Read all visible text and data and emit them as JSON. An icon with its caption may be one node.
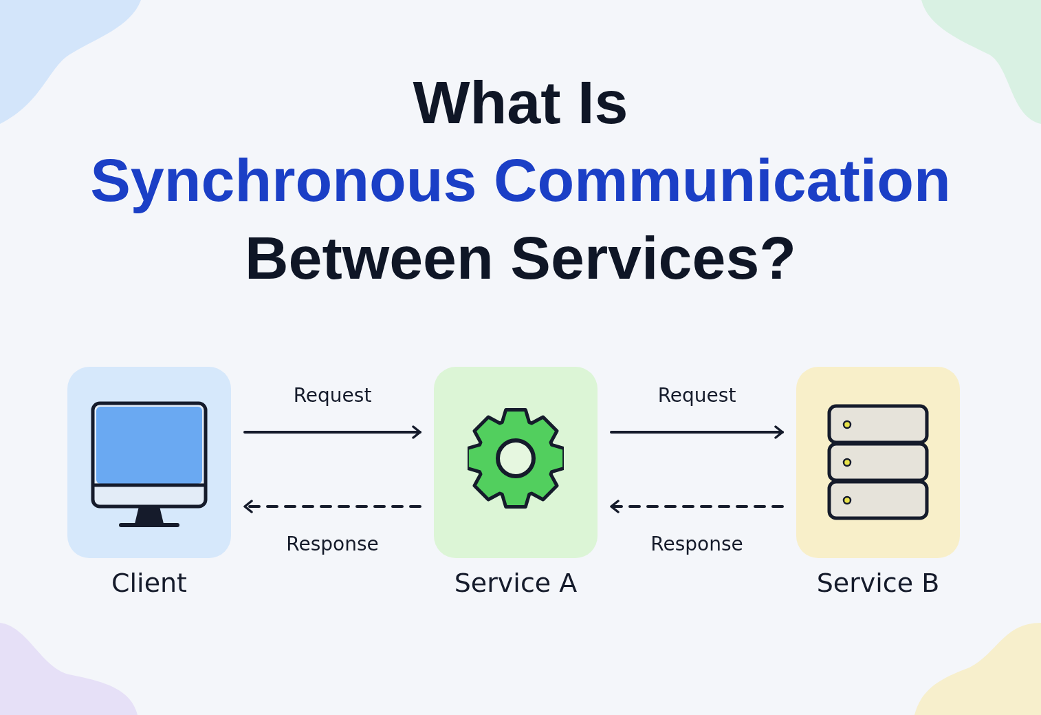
{
  "diagram": {
    "title": "What Is **Synchronous Communication** Between Services?",
    "nodes": [
      {
        "text": [
          "Client"
        ]
      },
      {
        "text": [
          "Service A"
        ]
      },
      {
        "text": [
          "Service B"
        ]
      }
    ],
    "edges": [
      {
        "from": 0,
        "to": 1,
        "arrow": "to",
        "label": "Request"
      },
      {
        "from": 1,
        "to": 0,
        "arrow": "to",
        "label": "Response",
        "style": "dashed"
      },
      {
        "from": 1,
        "to": 2,
        "arrow": "to",
        "label": "Request"
      },
      {
        "from": 2,
        "to": 1,
        "arrow": "to",
        "label": "Response",
        "style": "dashed"
      }
    ]
  }
}
